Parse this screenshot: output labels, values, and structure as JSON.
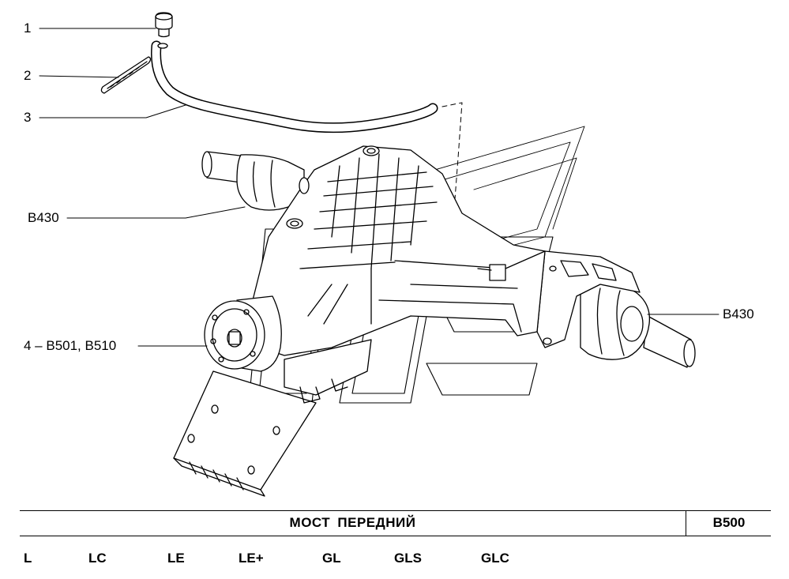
{
  "callouts": [
    {
      "id": "1",
      "label": "1"
    },
    {
      "id": "2",
      "label": "2"
    },
    {
      "id": "3",
      "label": "3"
    },
    {
      "id": "b430-left",
      "label": "B430"
    },
    {
      "id": "4",
      "label": "4 – B501, B510"
    },
    {
      "id": "b430-right",
      "label": "B430"
    }
  ],
  "title_bar": {
    "title": "МОСТ  ПЕРЕДНИЙ",
    "code": "B500"
  },
  "variants": [
    "L",
    "LC",
    "LE",
    "LE+",
    "GL",
    "GLS",
    "GLC"
  ]
}
